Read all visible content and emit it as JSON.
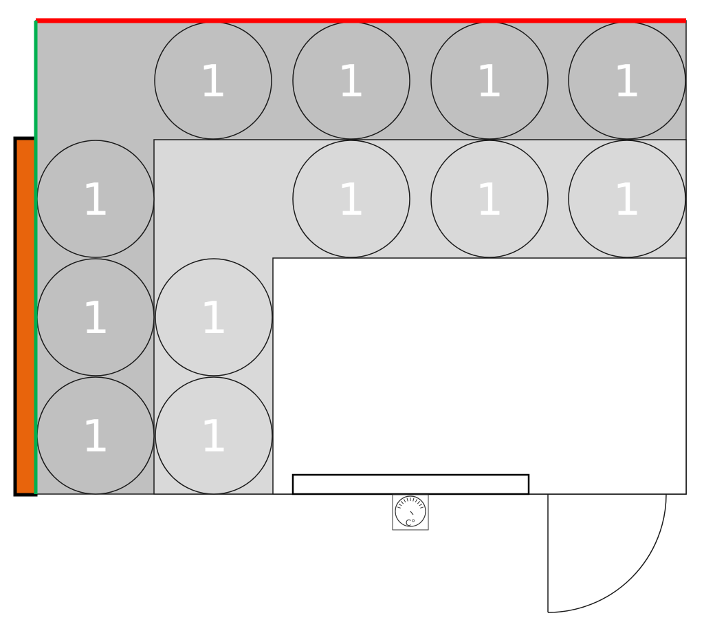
{
  "colors": {
    "outer_zone": "#c0c0c0",
    "inner_zone": "#d9d9d9",
    "empty_zone": "#ffffff",
    "wall_red": "#ff0000",
    "wall_green": "#00b050",
    "panel_orange": "#e8640c",
    "panel_border": "#000000",
    "stroke": "#1a1a1a"
  },
  "cells": [
    {
      "label": "1",
      "zone": "outer",
      "name": "outer-cell-top-1"
    },
    {
      "label": "1",
      "zone": "outer",
      "name": "outer-cell-top-2"
    },
    {
      "label": "1",
      "zone": "outer",
      "name": "outer-cell-top-3"
    },
    {
      "label": "1",
      "zone": "outer",
      "name": "outer-cell-top-4"
    },
    {
      "label": "1",
      "zone": "outer",
      "name": "outer-cell-left-1"
    },
    {
      "label": "1",
      "zone": "outer",
      "name": "outer-cell-left-2"
    },
    {
      "label": "1",
      "zone": "outer",
      "name": "outer-cell-left-3"
    },
    {
      "label": "1",
      "zone": "inner",
      "name": "inner-cell-top-1"
    },
    {
      "label": "1",
      "zone": "inner",
      "name": "inner-cell-top-2"
    },
    {
      "label": "1",
      "zone": "inner",
      "name": "inner-cell-top-3"
    },
    {
      "label": "1",
      "zone": "inner",
      "name": "inner-cell-left-1"
    },
    {
      "label": "1",
      "zone": "inner",
      "name": "inner-cell-left-2"
    }
  ],
  "thermometer": {
    "unit_label": "C°",
    "icon": "thermometer-dial-icon"
  },
  "door": {
    "icon": "door-swing-icon"
  }
}
